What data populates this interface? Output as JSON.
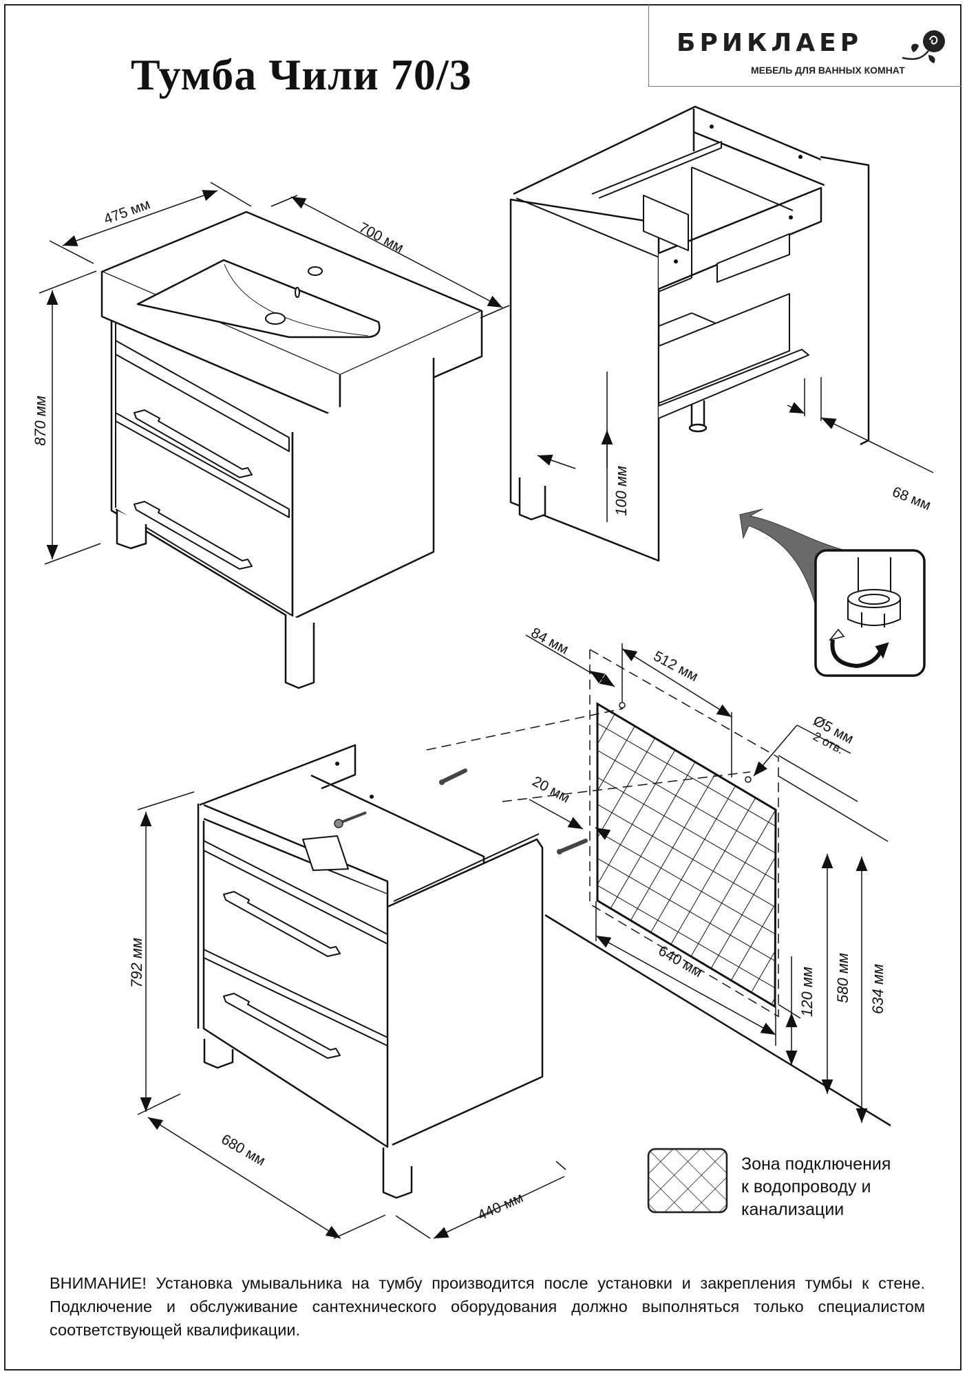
{
  "title": "Тумба Чили 70/3",
  "brand": {
    "name": "БРИКЛАЕР",
    "tagline": "МЕБЕЛЬ ДЛЯ ВАННЫХ КОМНАТ",
    "logo_icon": "rose-icon"
  },
  "views": {
    "assembled_with_sink": {
      "depth": "475 мм",
      "width": "700 мм",
      "height": "870 мм"
    },
    "open_frame": {
      "leg_height": "100 мм",
      "foot_offset": "68 мм",
      "inset_icon": "adjustable-foot-rotate-icon"
    },
    "wall_mount": {
      "hole_offset": "84 мм",
      "hole_spacing": "512 мм",
      "hole_diameter": "Ø5 мм",
      "hole_count": "2 отв.",
      "wall_gap": "20 мм",
      "zone_width": "640 мм",
      "zone_bottom": "120 мм",
      "zone_top": "580 мм",
      "holes_height": "634 мм"
    },
    "cabinet": {
      "height": "792 мм",
      "width": "680 мм",
      "depth": "440 мм"
    }
  },
  "legend": {
    "icon": "crosshatch-pattern-icon",
    "lines": [
      "Зона подключения",
      "к водопроводу и",
      "канализации"
    ]
  },
  "notice": "ВНИМАНИЕ! Установка умывальника на тумбу производится после установки и закрепления тумбы к стене. Подключение и обслуживание сантехнического оборудования должно выполняться только специалистом соответствующей квалификации."
}
